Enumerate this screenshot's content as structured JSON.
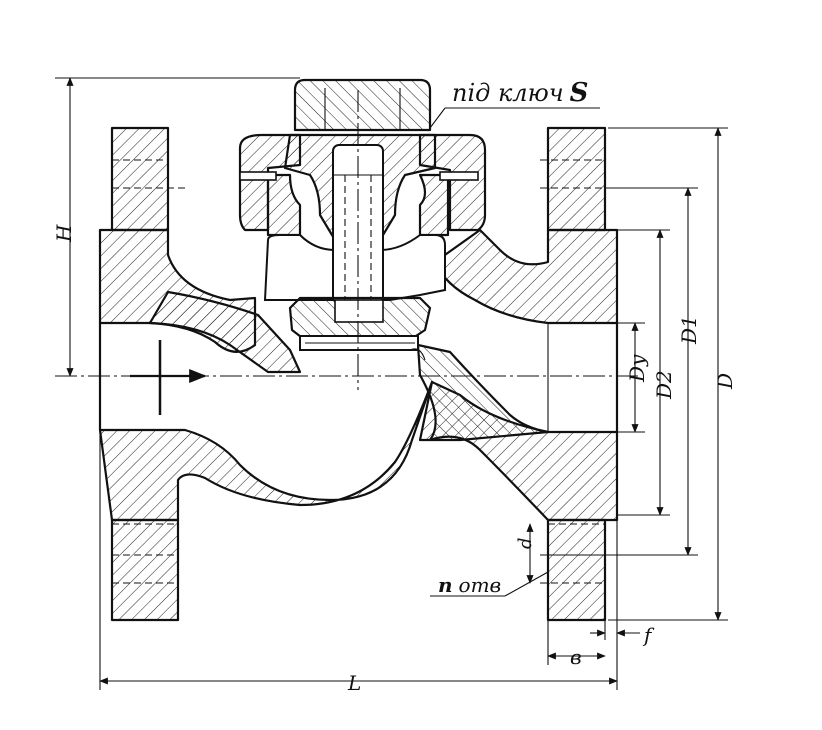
{
  "labels": {
    "key_prefix": "під ключ",
    "key_symbol": "S",
    "H": "H",
    "Dy": "Dу",
    "D2": "D2",
    "D1": "D1",
    "D": "D",
    "d": "d",
    "n_holes_n": "n",
    "n_holes_text": "отв",
    "f": "f",
    "b": "в",
    "L": "L"
  }
}
